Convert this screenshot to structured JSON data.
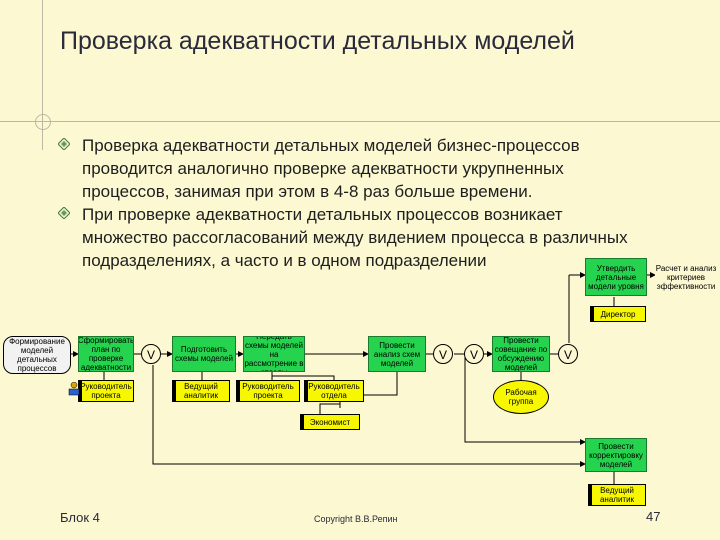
{
  "slide": {
    "title": "Проверка адекватности детальных моделей",
    "bullets": [
      "Проверка адекватности детальных моделей бизнес-процессов проводится аналогично проверке адекватности укрупненных процессов, занимая при этом в 4-8 раз больше времени.",
      "При проверке адекватности детальных процессов возникает множество рассогласований между видением процесса в различных подразделениях, а часто и в одном подразделении"
    ],
    "footer_left": "Блок 4",
    "footer_center": "Copyright В.В.Репин",
    "page_number": "47"
  },
  "diagram": {
    "event_start": "Формирование моделей детальных процессов",
    "fn_plan": "Сформировать план по проверке адекватности",
    "role_lead1": "Руководитель проекта",
    "fn_prepare": "Подготовить схемы моделей",
    "role_analyst1": "Ведущий аналитик",
    "fn_transfer": "Передать схемы моделей на рассмотрение в отделы",
    "role_lead2": "Руководитель проекта",
    "role_dept": "Руководитель отдела",
    "role_economist": "Экономист",
    "fn_analyze": "Провести анализ схем моделей",
    "fn_meeting": "Провести совещание по обсуждению моделей",
    "group_work": "Рабочая группа",
    "fn_approve": "Утвердить детальные модели уровня",
    "role_director": "Директор",
    "fn_calc": "Расчет и анализ критериев эффективности",
    "fn_correct": "Провести корректировку моделей",
    "role_analyst2": "Ведущий аналитик",
    "xor_symbol": "V",
    "colors": {
      "function": "#26d34f",
      "role": "#f7f700",
      "background": "#fbf8d2"
    }
  }
}
